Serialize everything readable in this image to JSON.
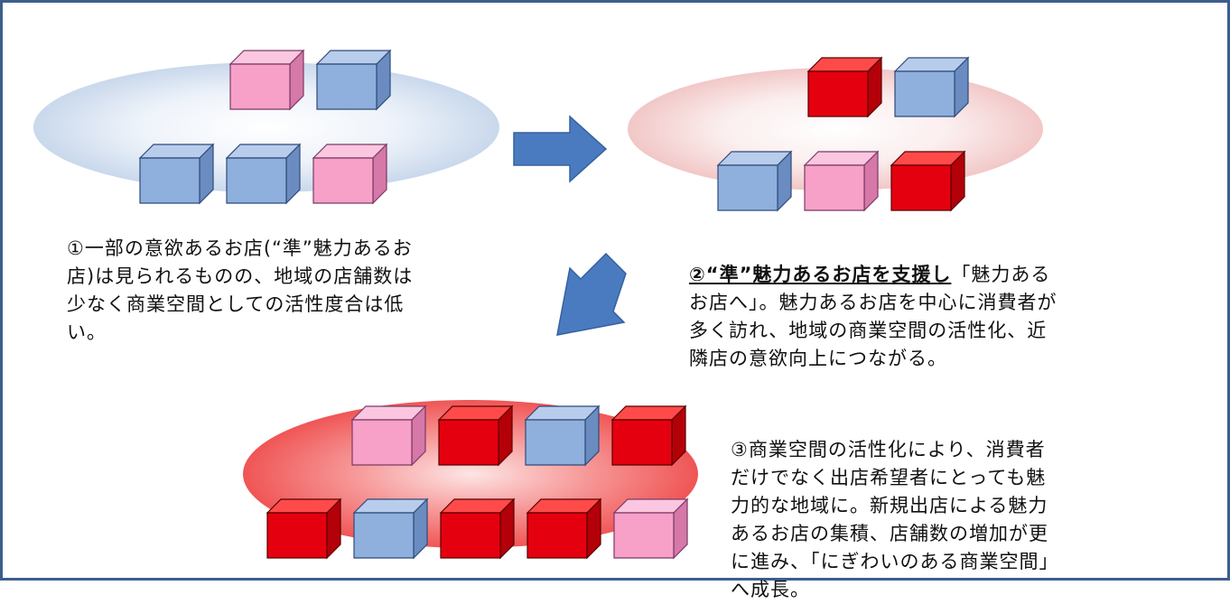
{
  "colors": {
    "frame_border": "#3b5e8c",
    "box_pink": "#f7a0c8",
    "box_blue": "#8fb0dd",
    "box_red": "#e5000f",
    "arrow": "#4a7bc0",
    "stage1_ellipse": "#c9d8ec",
    "stage2_ellipse": "#f2c7c7",
    "stage3_ellipse": "#f05555"
  },
  "icons": [
    "box-icon",
    "right-arrow-icon",
    "down-left-arrow-icon"
  ],
  "stage1": {
    "box_rows": [
      [
        "pink",
        "blue"
      ],
      [
        "blue",
        "blue",
        "pink"
      ]
    ],
    "text": "①一部の意欲あるお店(“準”魅力あるお店)は見られるものの、地域の店舗数は少なく商業空間としての活性度合は低い。"
  },
  "stage2": {
    "box_rows": [
      [
        "red",
        "blue"
      ],
      [
        "blue",
        "pink",
        "red"
      ]
    ],
    "text_highlight": "②“準”魅力あるお店を支援し",
    "text_rest": "「魅力あるお店へ」。魅力あるお店を中心に消費者が多く訪れ、地域の商業空間の活性化、近隣店の意欲向上につながる。"
  },
  "stage3": {
    "box_rows": [
      [
        "pink",
        "red",
        "blue",
        "red"
      ],
      [
        "red",
        "blue",
        "red",
        "red",
        "pink"
      ]
    ],
    "text": "③商業空間の活性化により、消費者だけでなく出店希望者にとっても魅力的な地域に。新規出店による魅力あるお店の集積、店舗数の増加が更に進み、「にぎわいのある商業空間」へ成長。"
  }
}
